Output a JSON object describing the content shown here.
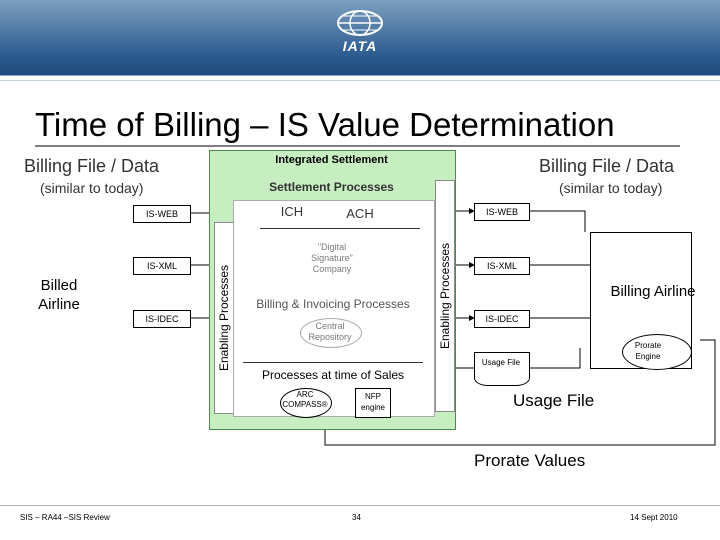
{
  "header": {
    "logo_text": "IATA"
  },
  "title": "Time of Billing – IS Value Determination",
  "left": {
    "heading": "Billing File / Data",
    "sub": "(similar to today)",
    "party": "Billed Airline",
    "boxes": [
      "IS-WEB",
      "IS-XML",
      "IS-IDEC"
    ]
  },
  "right": {
    "heading": "Billing File / Data",
    "sub": "(similar to today)",
    "party": "Billing Airline",
    "boxes": [
      "IS-WEB",
      "IS-XML",
      "IS-IDEC"
    ],
    "usage_box": "Usage File",
    "prorate_engine": "Prorate Engine"
  },
  "center": {
    "integrated": "Integrated Settlement",
    "settlement": "Settlement Processes",
    "ich": "ICH",
    "ach": "ACH",
    "enabling": "Enabling Processes",
    "digital_signature": "\"Digital Signature\" Company",
    "billing_invoicing": "Billing & Invoicing Processes",
    "central_repository": "Central Repository",
    "time_of_sales": "Processes at time of Sales",
    "arc": "ARC COMPASS®",
    "nfp": "NFP engine"
  },
  "labels": {
    "usage_file": "Usage File",
    "prorate_values": "Prorate Values"
  },
  "footer": {
    "left": "SIS – RA44 –SIS Review",
    "page": "34",
    "date": "14 Sept 2010"
  }
}
